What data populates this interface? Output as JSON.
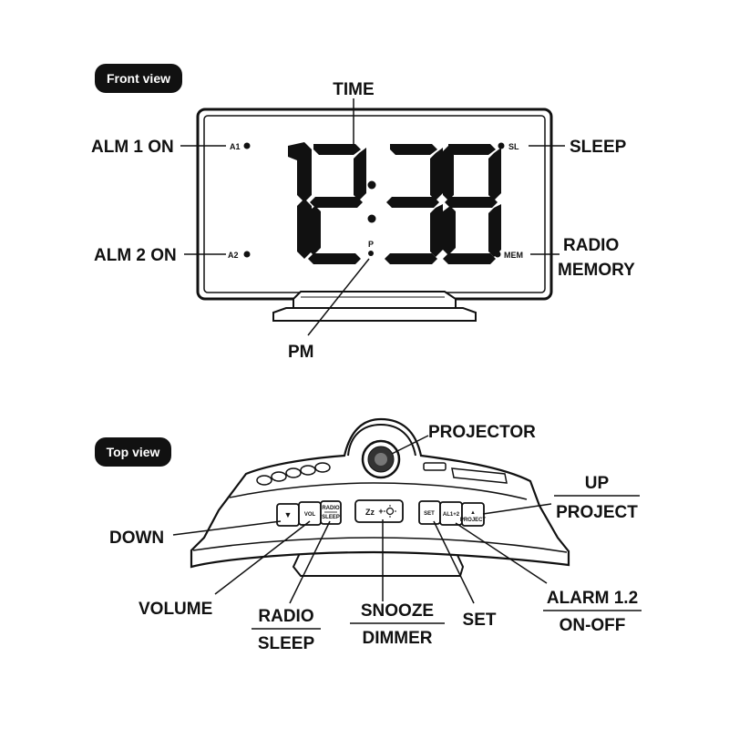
{
  "front_view": {
    "badge": "Front view",
    "display": {
      "digits": [
        "1",
        "2",
        "3",
        "8"
      ],
      "indicator_a1": "A1",
      "indicator_a2": "A2",
      "indicator_sl": "SL",
      "indicator_mem": "MEM",
      "indicator_p": "P"
    },
    "labels": {
      "time": "TIME",
      "alm1": "ALM 1 ON",
      "alm2": "ALM 2 ON",
      "sleep": "SLEEP",
      "radio_memory_1": "RADIO",
      "radio_memory_2": "MEMORY",
      "pm": "PM"
    }
  },
  "top_view": {
    "badge": "Top view",
    "buttons": {
      "down": "▼",
      "vol": "VOL",
      "radio_1": "RADIO",
      "radio_2": "SLEEP",
      "snooze": "Zz",
      "set": "SET",
      "al12": "AL1+2",
      "up": "▲",
      "up_sub": "PROJECT"
    },
    "labels": {
      "projector": "PROJECTOR",
      "up_1": "UP",
      "up_2": "PROJECT",
      "down": "DOWN",
      "volume": "VOLUME",
      "radio_1": "RADIO",
      "radio_2": "SLEEP",
      "snooze_1": "SNOOZE",
      "snooze_2": "DIMMER",
      "set": "SET",
      "alarm_1": "ALARM 1.2",
      "alarm_2": "ON-OFF"
    }
  },
  "colors": {
    "ink": "#111111",
    "paper": "#ffffff"
  }
}
